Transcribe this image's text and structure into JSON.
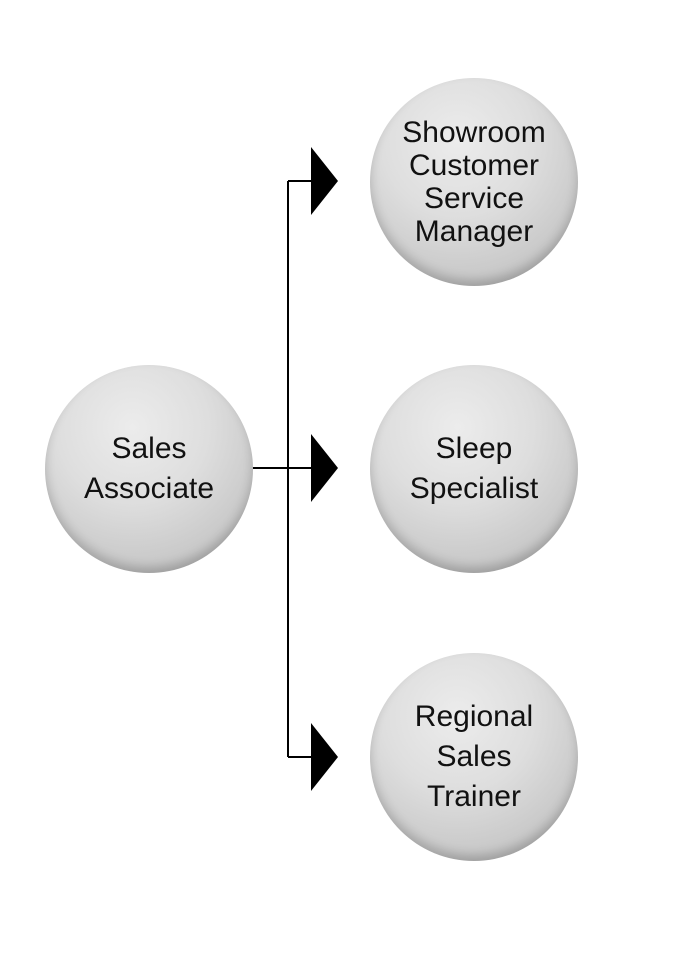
{
  "diagram": {
    "source": {
      "label": "Sales\nAssociate"
    },
    "targets": [
      {
        "label": "Showroom\nCustomer\nService\nManager"
      },
      {
        "label": "Sleep\nSpecialist"
      },
      {
        "label": "Regional\nSales\nTrainer"
      }
    ],
    "colors": {
      "line": "#000000",
      "arrow": "#000000",
      "node_light": "#ececec",
      "node_dark": "#a9a9a9",
      "text": "#111111"
    }
  }
}
